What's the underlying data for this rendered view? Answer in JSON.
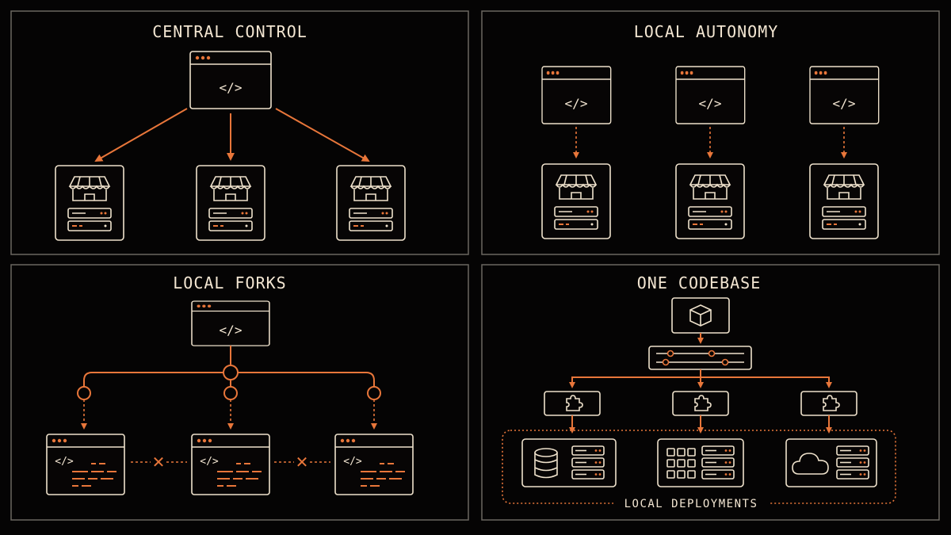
{
  "panels": {
    "central_control": {
      "title": "CENTRAL CONTROL",
      "code_label": "</>"
    },
    "local_autonomy": {
      "title": "LOCAL AUTONOMY",
      "code_label": "</>"
    },
    "local_forks": {
      "title": "LOCAL FORKS",
      "code_label": "</>",
      "conflict_mark": "✕"
    },
    "one_codebase": {
      "title": "ONE CODEBASE",
      "deployments_label": "LOCAL DEPLOYMENTS"
    }
  },
  "icons": {
    "code_window": "code-window-icon",
    "store": "store-icon",
    "server": "server-rack-icon",
    "package": "cube-icon",
    "config": "sliders-icon",
    "plugin": "puzzle-icon",
    "database": "database-icon",
    "grid": "grid-icon",
    "cloud": "cloud-icon"
  },
  "colors": {
    "background": "#050404",
    "foreground": "#efe2cc",
    "accent": "#e8763a",
    "panel_border": "#6b6660"
  }
}
